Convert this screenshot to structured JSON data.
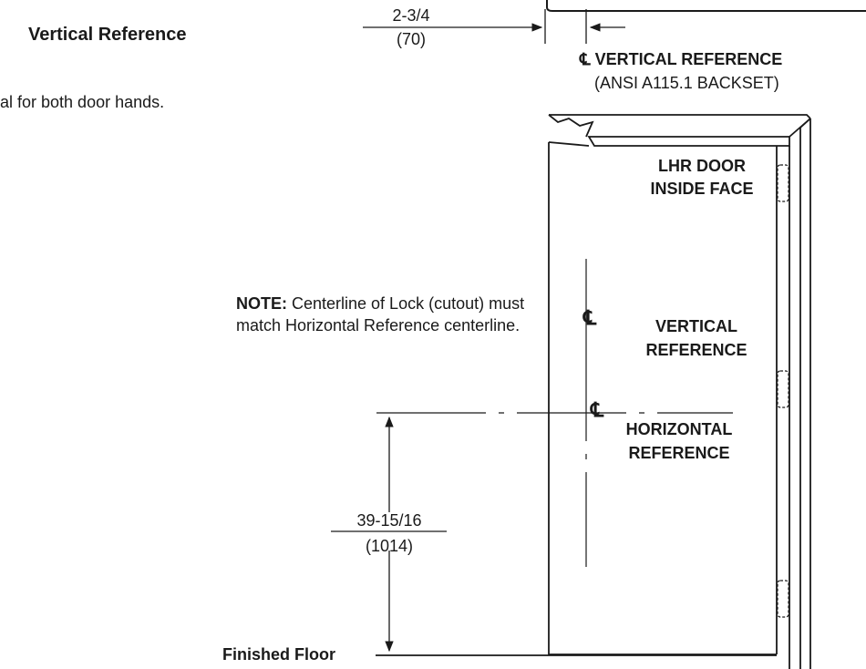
{
  "header": {
    "title": "Vertical Reference"
  },
  "intro": {
    "text": "al for both door hands."
  },
  "note": {
    "label": "NOTE:",
    "line1": " Centerline of Lock (cutout) must",
    "line2": "match Horizontal Reference centerline."
  },
  "top_dimension": {
    "fraction": "2-3/4",
    "metric": "(70)"
  },
  "top_reference": {
    "symbol": "℄",
    "label": "VERTICAL REFERENCE",
    "sublabel": "(ANSI A115.1 BACKSET)"
  },
  "door": {
    "label_line1": "LHR DOOR",
    "label_line2": "INSIDE FACE"
  },
  "vertical_reference": {
    "symbol": "℄",
    "line1": "VERTICAL",
    "line2": "REFERENCE"
  },
  "horizontal_reference": {
    "symbol": "℄",
    "line1": "HORIZONTAL",
    "line2": "REFERENCE"
  },
  "height_dimension": {
    "fraction": "39-15/16",
    "metric": "(1014)"
  },
  "floor": {
    "label": "Finished Floor"
  },
  "colors": {
    "ink": "#1a1a1a",
    "background": "#ffffff"
  }
}
